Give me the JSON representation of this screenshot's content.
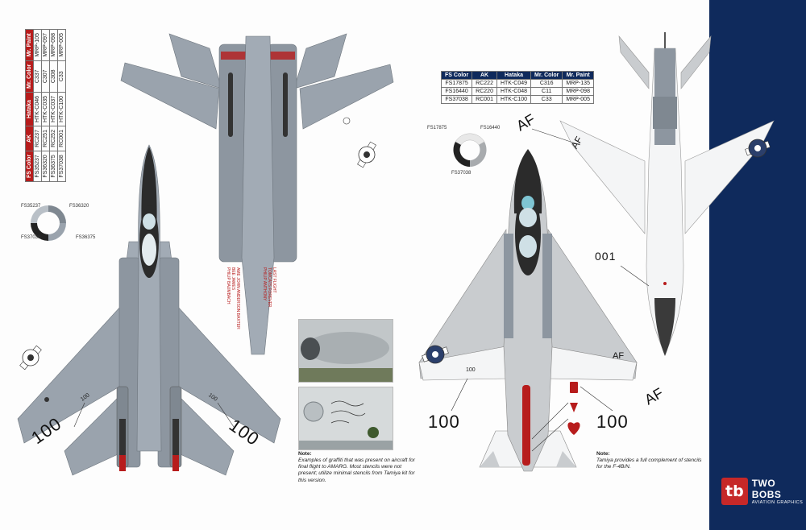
{
  "left_table": {
    "headers": [
      "FS Color",
      "AK",
      "Hataka",
      "Mr. Color",
      "Mr. Paint"
    ],
    "rows": [
      [
        "FS35237",
        "RC237",
        "HTK-C046",
        "C337",
        "MRP-105"
      ],
      [
        "FS36320",
        "RC251",
        "HTK-C035",
        "C307",
        "MRP-097"
      ],
      [
        "FS36375",
        "RC252",
        "HTK-C037",
        "C308",
        "MRP-098"
      ],
      [
        "FS37038",
        "RC001",
        "HTK-C100",
        "C33",
        "MRP-005"
      ]
    ]
  },
  "right_table": {
    "headers": [
      "FS Color",
      "AK",
      "Hataka",
      "Mr. Color",
      "Mr. Paint"
    ],
    "rows": [
      [
        "FS17875",
        "RC222",
        "HTK-C049",
        "C316",
        "MRP-135"
      ],
      [
        "FS16440",
        "RC220",
        "HTK-C048",
        "C11",
        "MRP-098"
      ],
      [
        "FS37038",
        "RC001",
        "HTK-C100",
        "C33",
        "MRP-005"
      ]
    ]
  },
  "left_swatch": {
    "labels": [
      "FS35237",
      "FS36320",
      "FS37038",
      "FS36375"
    ]
  },
  "right_swatch": {
    "labels": [
      "FS17875",
      "FS16440",
      "FS37038"
    ]
  },
  "markings": {
    "f14_modex_left": "100",
    "f14_modex_right": "100",
    "f4_modex_left": "100",
    "f4_modex_right": "100",
    "f4_nose_number": "001",
    "tail_code": "AF",
    "small_modex": "100"
  },
  "stencils": {
    "left_block": "AME JOHN ANDERSON BAXTER\nBEE JAMES\nPHILIP BAUMBACH",
    "right_block": "LAST FLIGHT\nTOMCATS FOREVER\nPHILIP ANTHONY"
  },
  "notes": {
    "left": {
      "heading": "Note:",
      "body": "Examples of graffiti that was present on aircraft for final flight to AMARG. Most stencils were not present; utilize minimal stencils from Tamiya kit for this version."
    },
    "right": {
      "heading": "Note:",
      "body": "Tamiya provides a full complement of stencils for the F-4B/N."
    }
  },
  "logo": {
    "mark": "tb",
    "name": "TWO BOBS",
    "tagline": "AVIATION GRAPHICS"
  },
  "colors": {
    "navy": "#0f2a5c",
    "red": "#b71c1c",
    "f14_gray": "#9aa3ad",
    "f14_dark_gray": "#7f8891",
    "f4_light_gray": "#c9cccf",
    "f4_white": "#f4f5f6",
    "radome_black": "#2b2b2b"
  }
}
